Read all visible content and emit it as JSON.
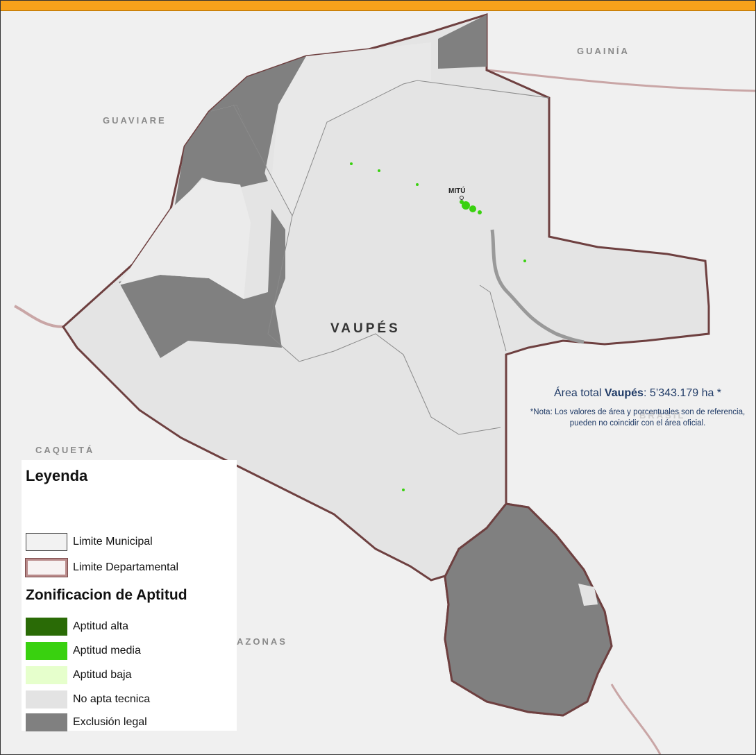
{
  "map": {
    "neighbor_labels": {
      "guainia": "GUAINÍA",
      "guaviare": "GUAVIARE",
      "caqueta": "CAQUETÁ",
      "amazonas": "AZONAS",
      "brasil": "BRASIL"
    },
    "department_label": "VAUPÉS",
    "city_label": "MITÚ",
    "colors": {
      "aptitud_alta": "#2a6b06",
      "aptitud_media": "#39d10f",
      "aptitud_baja": "#e6ffcc",
      "no_apta_tecnica": "#e3e3e3",
      "exclusion_legal": "#808080",
      "limite_departamental": "#8b5a5a",
      "banner": "#f7a21b"
    }
  },
  "info": {
    "area_prefix": "Área total ",
    "area_name": "Vaupés",
    "area_value": ": 5’343.179 ha *",
    "note": "*Nota: Los valores de área y porcentuales son de referencia, pueden no coincidir con el área oficial."
  },
  "legend": {
    "title": "Leyenda",
    "limite_municipal": "Limite Municipal",
    "limite_departamental": "Limite Departamental",
    "zonificacion_title": "Zonificacion de Aptitud",
    "aptitud_alta": "Aptitud alta",
    "aptitud_media": "Aptitud media",
    "aptitud_baja": "Aptitud baja",
    "no_apta_tecnica": "No apta tecnica",
    "exclusion_legal": "Exclusión legal"
  }
}
